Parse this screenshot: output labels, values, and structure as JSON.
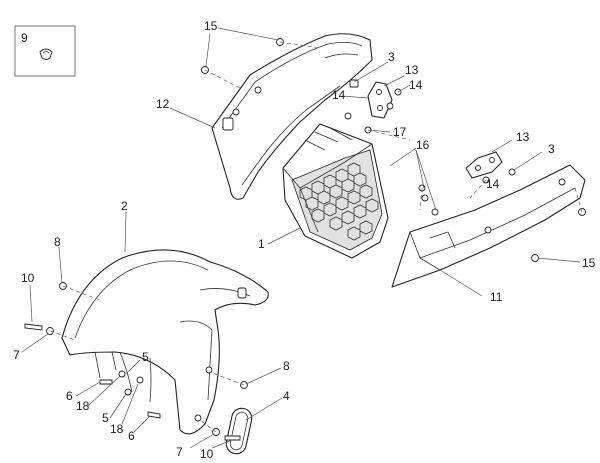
{
  "diagram": {
    "inset_label": "9",
    "callouts": {
      "c15a": "15",
      "c3a": "3",
      "c13a": "13",
      "c14a": "14",
      "c14b": "14",
      "c12": "12",
      "c17": "17",
      "c16": "16",
      "c13b": "13",
      "c3b": "3",
      "c14c": "14",
      "c2": "2",
      "c8a": "8",
      "c1": "1",
      "c15b": "15",
      "c10a": "10",
      "c11": "11",
      "c7a": "7",
      "c5a": "5",
      "c6a": "6",
      "c18a": "18",
      "c8b": "8",
      "c4": "4",
      "c5b": "5",
      "c18b": "18",
      "c6b": "6",
      "c7b": "7",
      "c10b": "10"
    }
  }
}
